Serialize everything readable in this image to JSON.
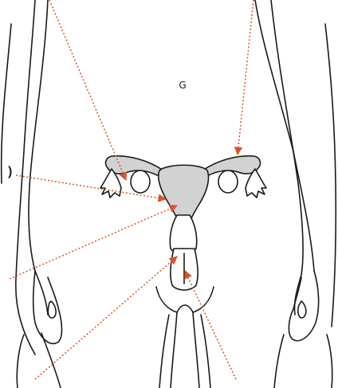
{
  "figure": {
    "edge_label": ")",
    "navel_mark": "G",
    "colors": {
      "outline": "#1a1a1a",
      "organ_fill": "#d2d2d2",
      "leader_line": "#d9532b"
    }
  },
  "parts": [
    "fallopian-tube-right",
    "fallopian-tube-left",
    "ovary-right",
    "ovary-left",
    "fimbriae-right",
    "fimbriae-left",
    "uterus",
    "cervix",
    "vagina",
    "body-outline"
  ]
}
